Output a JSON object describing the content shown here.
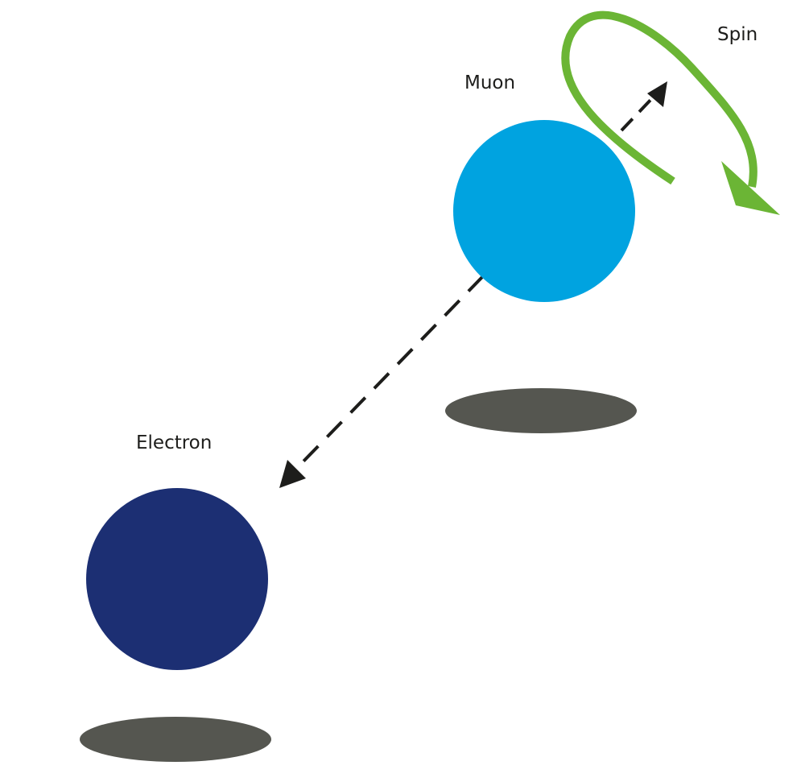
{
  "labels": {
    "muon": "Muon",
    "spin": "Spin",
    "electron": "Electron"
  },
  "colors": {
    "muon": "#00A3E0",
    "electron": "#1C2F73",
    "shadow": "#555650",
    "spin_arrow": "#6BB535",
    "direction_arrow": "#1d1d1b",
    "label_text": "#1d1d1b"
  }
}
